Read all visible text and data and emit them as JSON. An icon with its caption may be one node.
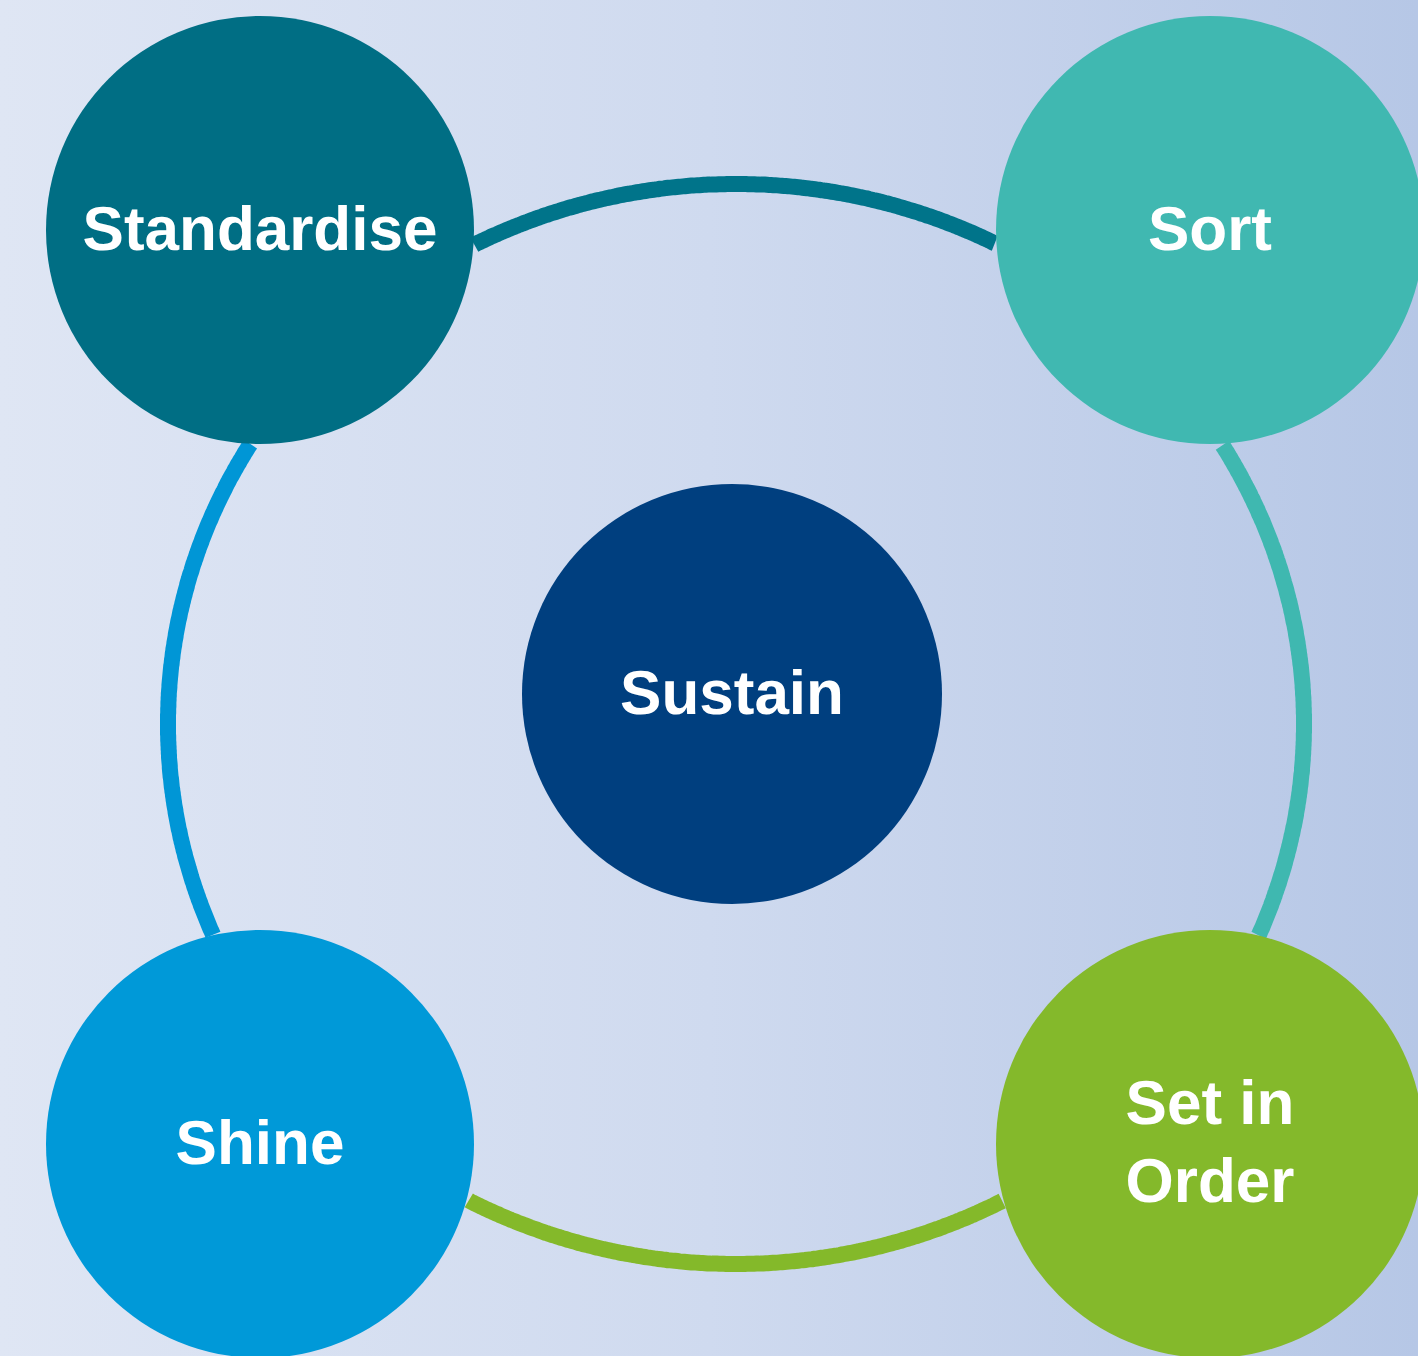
{
  "diagram": {
    "nodes": [
      {
        "text": [
          "Standardise"
        ]
      },
      {
        "text": [
          "Sort"
        ]
      },
      {
        "text": [
          "Sustain"
        ]
      },
      {
        "text": [
          "Shine"
        ]
      },
      {
        "text": [
          "Set in Order"
        ]
      }
    ],
    "edges": [
      {
        "from": 0,
        "to": 1,
        "arrow": "none",
        "color": "#00748a"
      },
      {
        "from": 1,
        "to": 4,
        "arrow": "none",
        "color": "#3fb8b0"
      },
      {
        "from": 4,
        "to": 3,
        "arrow": "none",
        "color": "#84b92a"
      },
      {
        "from": 3,
        "to": 0,
        "arrow": "none",
        "color": "#0096d6"
      }
    ]
  }
}
